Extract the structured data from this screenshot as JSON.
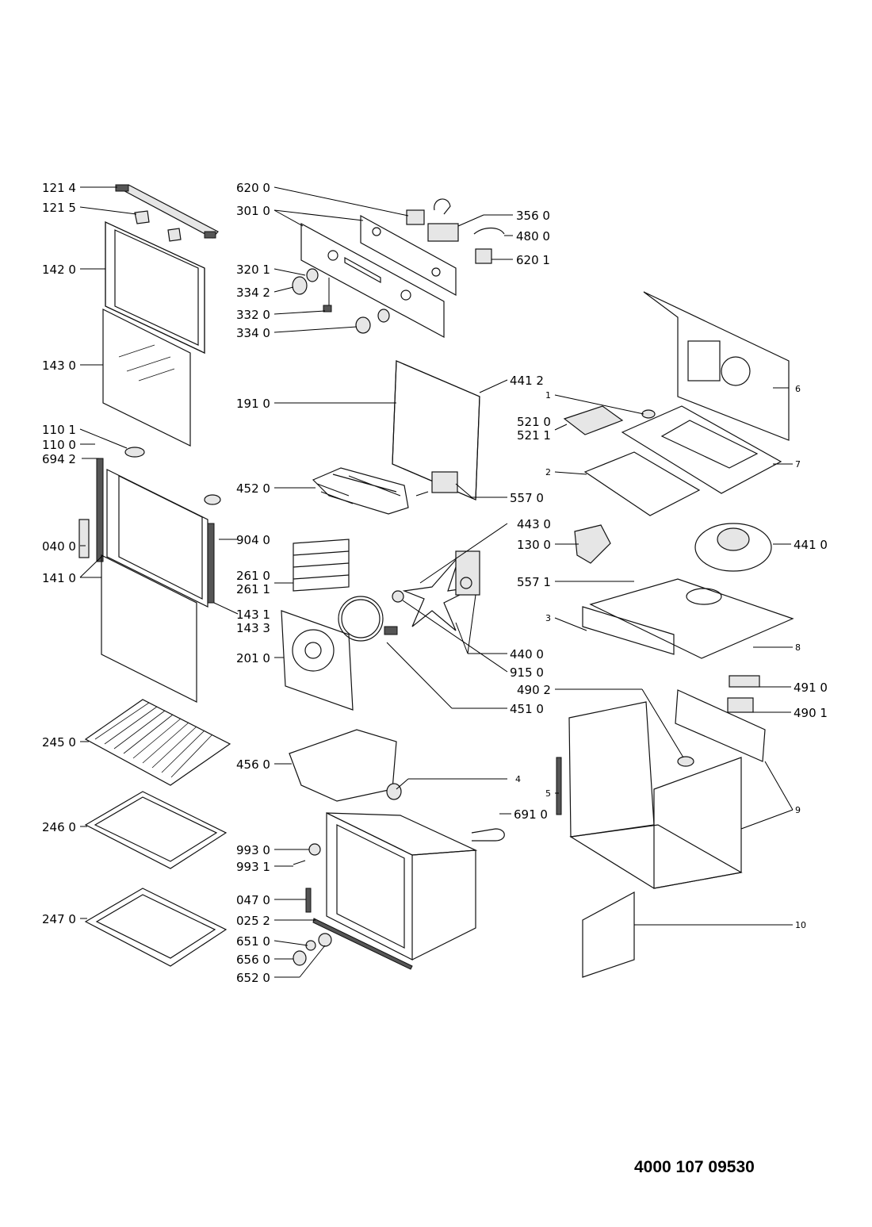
{
  "document_number": "4000 107 09530",
  "labels": {
    "l1214": "121 4",
    "l1215": "121 5",
    "l1420": "142 0",
    "l1430": "143 0",
    "l1101": "110 1",
    "l1100": "110 0",
    "l6942": "694 2",
    "l0400": "040 0",
    "l1410": "141 0",
    "l2450": "245 0",
    "l2460": "246 0",
    "l2470": "247 0",
    "l6200": "620 0",
    "l3010": "301 0",
    "l3201": "320 1",
    "l3342": "334 2",
    "l3320": "332 0",
    "l3340": "334 0",
    "l1910": "191 0",
    "l4520": "452 0",
    "l9040": "904 0",
    "l2610": "261 0",
    "l2611": "261 1",
    "l1431": "143 1",
    "l1433": "143 3",
    "l2010": "201 0",
    "l4560": "456 0",
    "l9930": "993 0",
    "l9931": "993 1",
    "l0470": "047 0",
    "l0252": "025 2",
    "l6510": "651 0",
    "l6560": "656 0",
    "l6520": "652 0",
    "l3560": "356 0",
    "l4800": "480 0",
    "l6201": "620 1",
    "l4412": "441 2",
    "l5210": "521 0",
    "l5211": "521 1",
    "l5570": "557 0",
    "l4430": "443 0",
    "l1300": "130 0",
    "l5571": "557 1",
    "l4400": "440 0",
    "l9150": "915 0",
    "l4510": "451 0",
    "l4902": "490 2",
    "l6910": "691 0",
    "l4410": "441 0",
    "l4910": "491 0",
    "l4901": "490 1",
    "n1": "1",
    "n2": "2",
    "n3": "3",
    "n4": "4",
    "n5": "5",
    "n6": "6",
    "n7": "7",
    "n8": "8",
    "n9": "9",
    "n10": "10"
  }
}
